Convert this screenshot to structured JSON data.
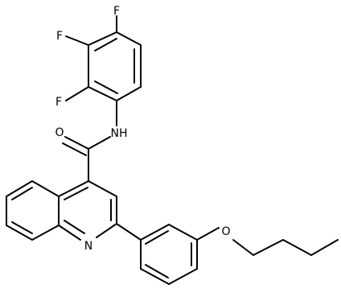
{
  "molecule": {
    "atoms": {
      "F1": "F",
      "F2": "F",
      "F3": "F",
      "O_amide": "O",
      "NH": "NH",
      "N_ring": "N",
      "O_ether": "O"
    }
  }
}
